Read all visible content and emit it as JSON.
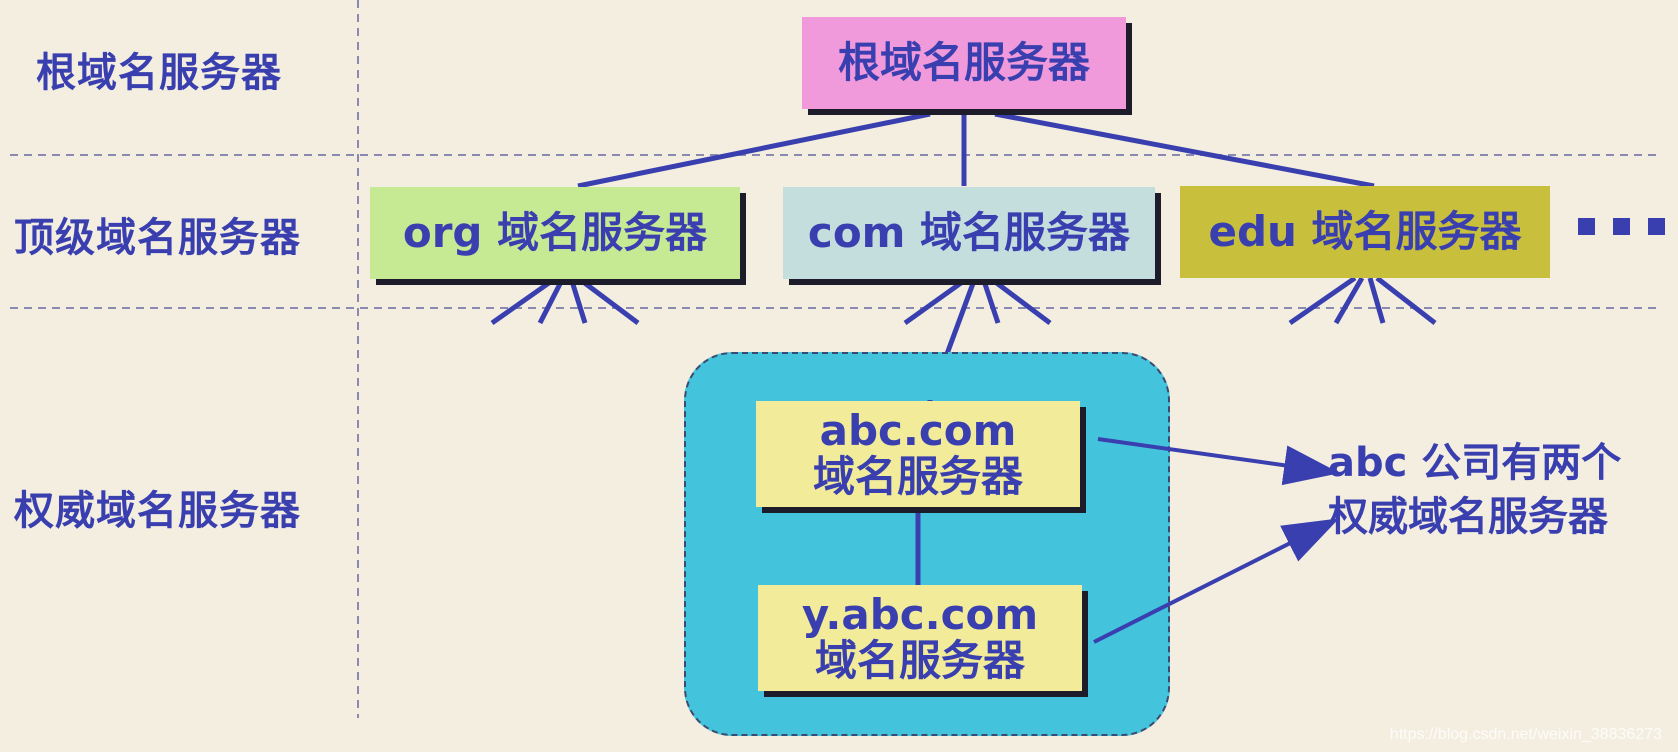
{
  "tiers": {
    "root": "根域名服务器",
    "tld": "顶级域名服务器",
    "authoritative": "权威域名服务器"
  },
  "nodes": {
    "root": {
      "label": "根域名服务器",
      "color": "#f19adb"
    },
    "org": {
      "label": "org 域名服务器",
      "color": "#c6ea94"
    },
    "com": {
      "label": "com 域名服务器",
      "color": "#c4dedd"
    },
    "edu": {
      "label": "edu 域名服务器",
      "color": "#c8bf3c"
    },
    "abc": {
      "line1": "abc.com",
      "line2": "域名服务器",
      "color": "#f2ec9a"
    },
    "yabc": {
      "line1": "y.abc.com",
      "line2": "域名服务器",
      "color": "#f2ec9a"
    }
  },
  "ellipsis": "■ ■ ■",
  "annotation": {
    "line1": "abc 公司有两个",
    "line2": "权威域名服务器"
  },
  "colors": {
    "background": "#f3eedf",
    "text": "#3a3fb0",
    "connector": "#3a3fb0",
    "cluster": "#44c3dd",
    "divider": "#8a8ab0"
  },
  "watermark": "https://blog.csdn.net/weixin_38836273"
}
